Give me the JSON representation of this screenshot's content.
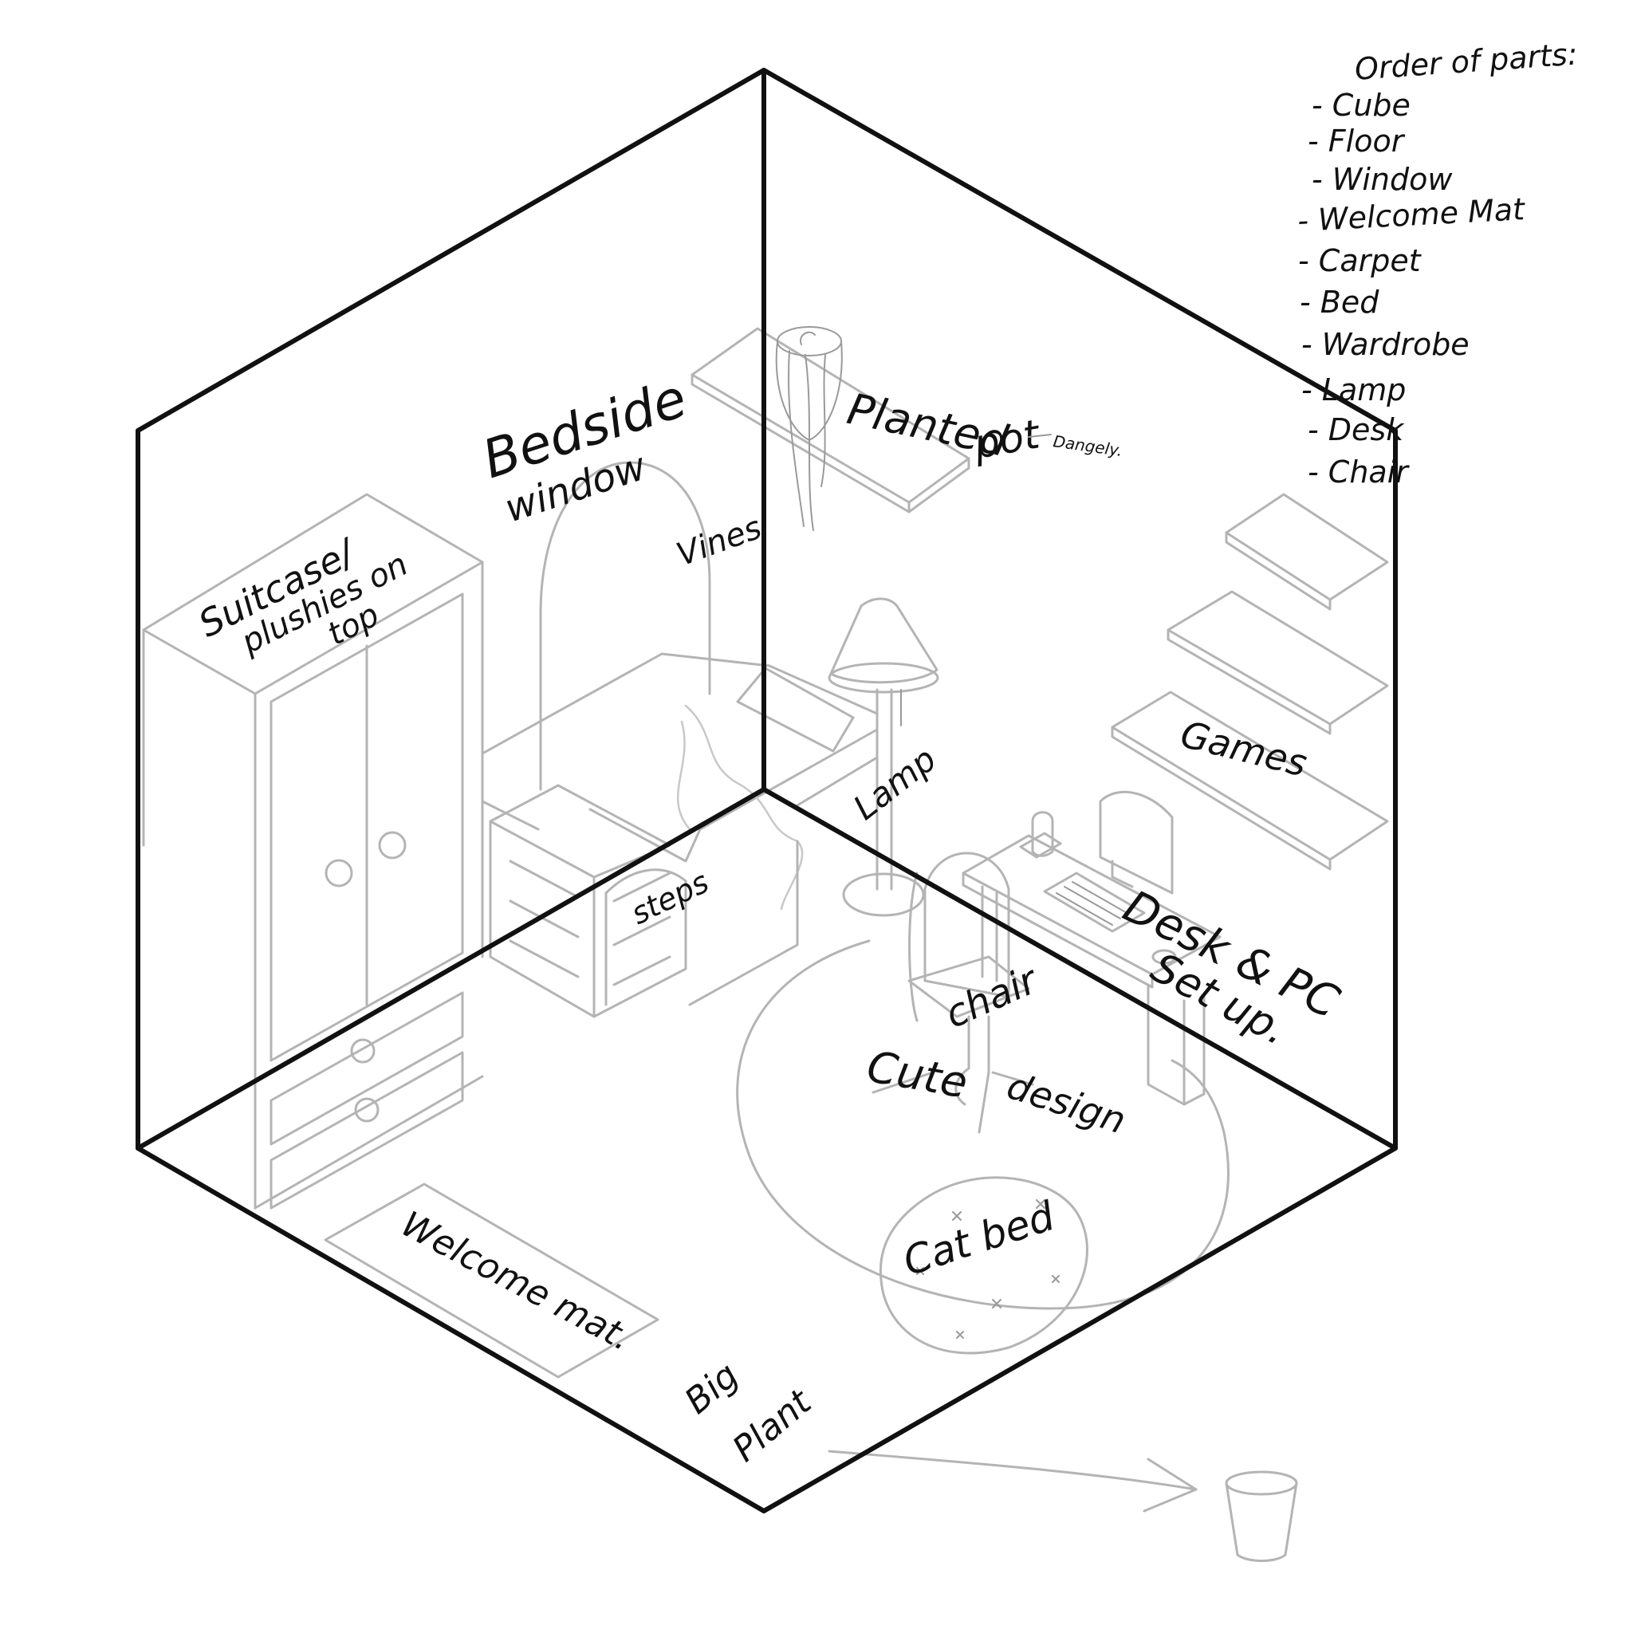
{
  "labels": {
    "bedside": "Bedside",
    "window": "window",
    "vines": "Vines",
    "planted_pot": "Planted",
    "pot": "pot",
    "dangely": "Dangely.",
    "suitcase": "Suitcase/",
    "plushies": "plushies on",
    "top": "top",
    "lamp": "Lamp",
    "games": "Games",
    "steps": "steps",
    "desk_pc": "Desk & PC",
    "set_up": "Set up.",
    "chair": "chair",
    "cute": "Cute",
    "design": "design",
    "cat_bed": "Cat bed",
    "welcome_mat": "Welcome mat.",
    "big": "Big",
    "plant": "Plant"
  },
  "order_list": {
    "heading": "Order of parts:",
    "items": [
      "- Cube",
      "- Floor",
      "- Window",
      "- Welcome Mat",
      "- Carpet",
      "- Bed",
      "- Wardrobe",
      "- Lamp",
      "- Desk",
      "- Chair"
    ]
  }
}
